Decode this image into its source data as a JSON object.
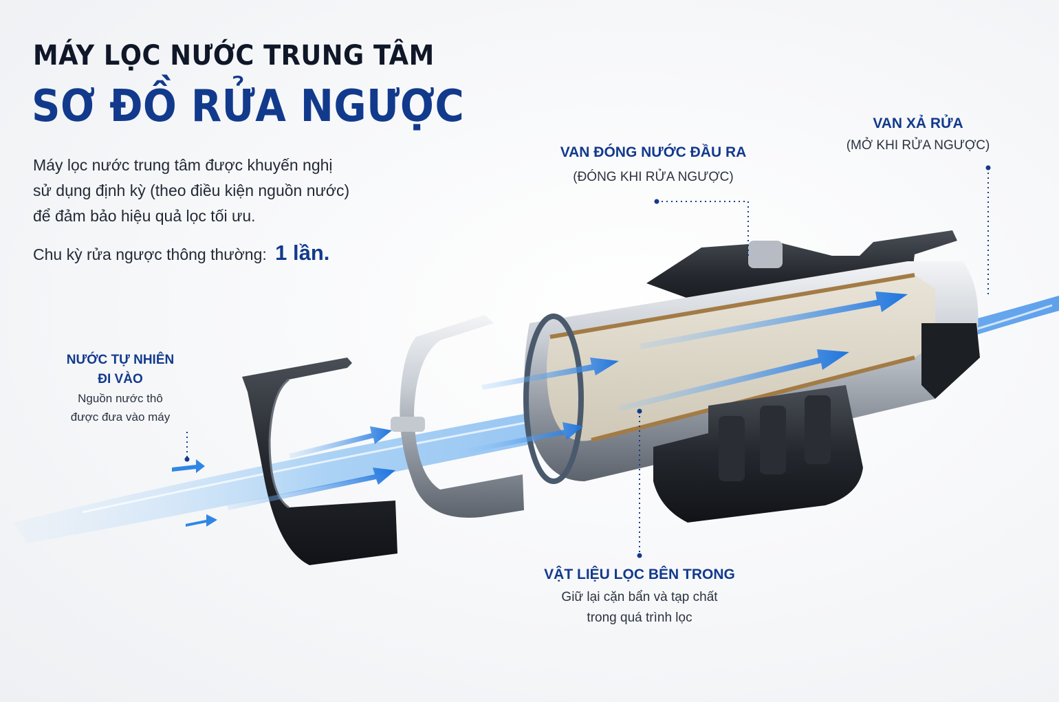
{
  "title_line1": "MÁY LỌC NƯỚC TRUNG TÂM",
  "title_line2": "SƠ ĐỒ RỬA NGƯỢC",
  "intro": {
    "line1": "Máy lọc nước trung tâm được khuyến nghị",
    "line2": "sử dụng định kỳ (theo điều kiện nguồn nước)",
    "line3": "để đảm bảo hiệu quả lọc tối ưu."
  },
  "cycle": {
    "label": "Chu kỳ rửa ngược thông thường:",
    "value": "1 lần."
  },
  "callouts": {
    "inlet": {
      "title_line1": "NƯỚC TỰ NHIÊN",
      "title_line2": "ĐI VÀO",
      "desc_line1": "Nguồn nước thô",
      "desc_line2": "được đưa vào máy"
    },
    "outlet_valve": {
      "title": "VAN ĐÓNG NƯỚC ĐẦU RA",
      "desc": "(ĐÓNG KHI RỬA NGƯỢC)"
    },
    "flush_valve": {
      "title": "VAN XẢ RỬA",
      "desc": "(MỞ KHI RỬA NGƯỢC)"
    },
    "filter_media": {
      "title": "VẬT LIỆU LỌC BÊN TRONG",
      "desc_line1": "Giữ lại cặn bẩn và tạp chất",
      "desc_line2": "trong quá trình lọc"
    }
  },
  "colors": {
    "brand_navy": "#123a8c",
    "title_dark": "#0f1728",
    "water_blue": "#2f86e6",
    "housing_black": "#22252b",
    "steel": "#b9bec6",
    "filter_sand": "#d8c49b"
  }
}
